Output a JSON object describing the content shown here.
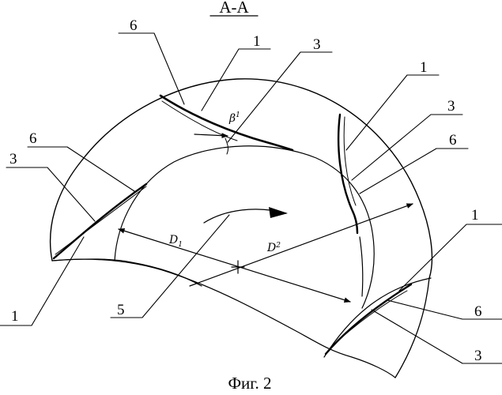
{
  "figure": {
    "section_label": "А-А",
    "caption": "Фиг. 2",
    "callouts": {
      "top_6": "6",
      "top_1": "1",
      "top_3": "3",
      "right_1": "1",
      "right_3": "3",
      "right_6": "6",
      "left_6": "6",
      "left_3": "3",
      "left_1": "1",
      "center_5": "5",
      "lower_right_1": "1",
      "lower_right_6": "6",
      "lower_right_3": "3"
    },
    "annotations": {
      "beta": "β",
      "beta_sub": "1",
      "d1": "D",
      "d1_sub": "1",
      "d2": "D",
      "d2_sub": "2"
    }
  }
}
